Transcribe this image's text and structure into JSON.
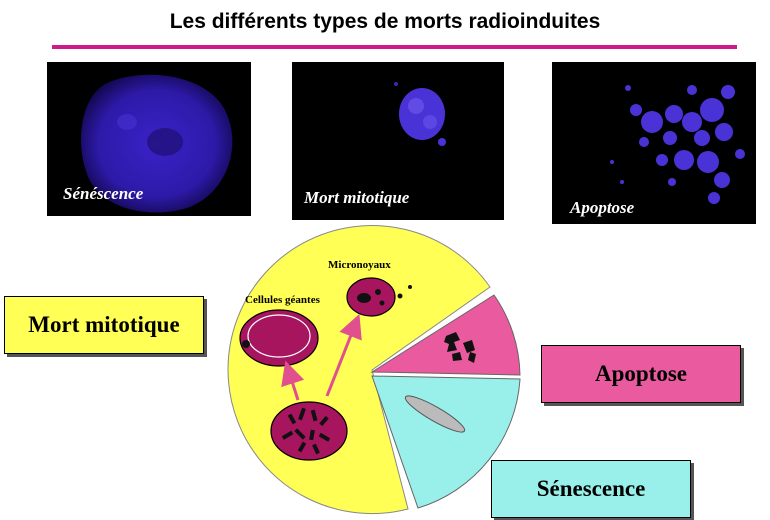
{
  "title": "Les différents types de morts radioinduites",
  "photos": [
    {
      "caption": "Sénéscence"
    },
    {
      "caption": "Mort mitotique"
    },
    {
      "caption": "Apoptose"
    }
  ],
  "diagram": {
    "labels": {
      "giant_cells": "Cellules géantes",
      "micronuclei": "Micronoyaux"
    },
    "boxes": {
      "mitotic": "Mort mitotique",
      "apoptosis": "Apoptose",
      "senescence": "Sénescence"
    }
  },
  "colors": {
    "accent_rule": "#cc1a8a",
    "mitotic_sector": "#ffff55",
    "apoptosis_sector": "#ea5a9e",
    "senescence_sector": "#99f0ea",
    "cell": "#a6155e",
    "arrow": "#e0508f"
  }
}
